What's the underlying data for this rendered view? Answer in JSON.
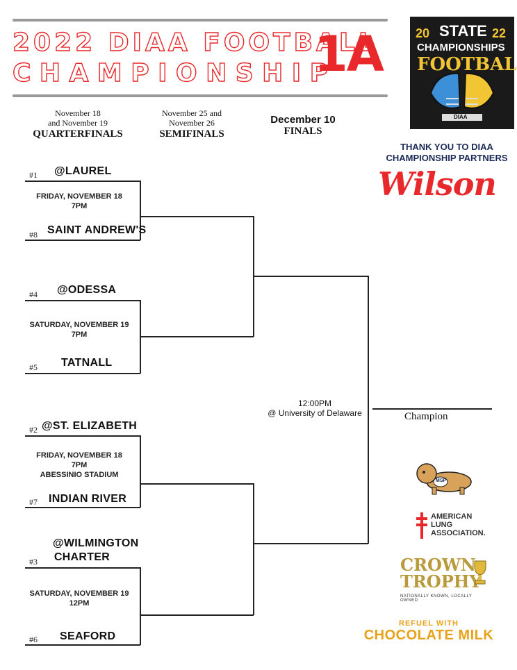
{
  "header": {
    "title_line1": "2022 DIAA FOOTBALL",
    "title_line2": "CHAMPIONSHIP",
    "division": "1A"
  },
  "logo": {
    "year_left": "20",
    "year_right": "22",
    "line1": "STATE",
    "line2": "CHAMPIONSHIPS",
    "line3": "FOOTBALL",
    "org": "DIAA"
  },
  "rounds": {
    "quarter": {
      "dates": "November 18\nand November 19",
      "name": "QUARTERFINALS"
    },
    "semi": {
      "dates": "November 25 and\nNovember 26",
      "name": "SEMIFINALS"
    },
    "final": {
      "dates": "December 10",
      "name": "FINALS"
    }
  },
  "games": [
    {
      "top_seed": "#1",
      "top_team": "@LAUREL",
      "info": "FRIDAY, NOVEMBER 18\n7PM",
      "bottom_seed": "#8",
      "bottom_team": "SAINT ANDREW'S"
    },
    {
      "top_seed": "#4",
      "top_team": "@ODESSA",
      "info": "SATURDAY, NOVEMBER 19\n7PM",
      "bottom_seed": "#5",
      "bottom_team": "TATNALL"
    },
    {
      "top_seed": "#2",
      "top_team": "@ST. ELIZABETH",
      "info": "FRIDAY, NOVEMBER 18\n7PM\nABESSINIO STADIUM",
      "bottom_seed": "#7",
      "bottom_team": "INDIAN RIVER"
    },
    {
      "top_seed": "#3",
      "top_team": "@WILMINGTON\nCHARTER",
      "info": "SATURDAY, NOVEMBER 19\n12PM",
      "bottom_seed": "#6",
      "bottom_team": "SEAFORD"
    }
  ],
  "final": {
    "time": "12:00PM",
    "venue": "@ University of Delaware",
    "champion_label": "Champion"
  },
  "sponsors": {
    "thanks": "THANK YOU TO DIAA\nCHAMPIONSHIP PARTNERS",
    "wilson": "Wilson",
    "bulldog_badge": "MSP",
    "lung_line1": "AMERICAN",
    "lung_line2": "LUNG",
    "lung_line3": "ASSOCIATION.",
    "crown_line1": "CROWN",
    "crown_line2": "TROPHY",
    "crown_tag": "NATIONALLY KNOWN, LOCALLY OWNED",
    "choco_line1": "REFUEL WITH",
    "choco_line2": "CHOCOLATE MILK"
  },
  "colors": {
    "accent_red": "#e8282b",
    "gold": "#e8a21a",
    "rule_gray": "#9a9a9a"
  }
}
